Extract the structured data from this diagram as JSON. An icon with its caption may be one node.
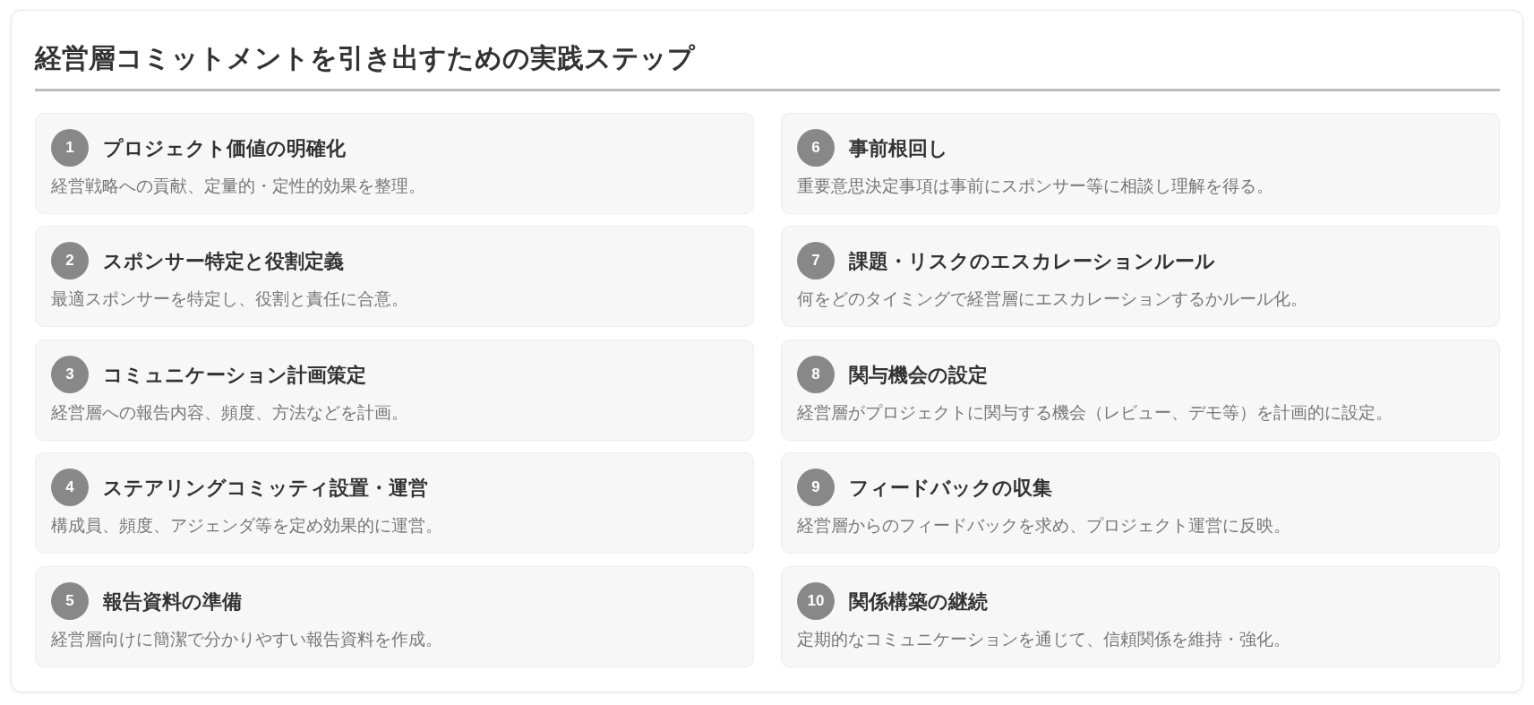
{
  "diagram": {
    "title": "経営層コミットメントを引き出すための実践ステップ",
    "nodes": [
      {
        "text": [
          "プロジェクト価値の明確化",
          "経営戦略への貢献、定量的・定性的効果を整理。"
        ]
      },
      {
        "text": [
          "1"
        ],
        "in": 0
      },
      {
        "text": [
          "スポンサー特定と役割定義",
          "最適スポンサーを特定し、役割と責任に合意。"
        ]
      },
      {
        "text": [
          "2"
        ],
        "in": 2
      },
      {
        "text": [
          "コミュニケーション計画策定",
          "経営層への報告内容、頻度、方法などを計画。"
        ]
      },
      {
        "text": [
          "3"
        ],
        "in": 4
      },
      {
        "text": [
          "ステアリングコミッティ設置・運営",
          "構成員、頻度、アジェンダ等を定め効果的に運営。"
        ]
      },
      {
        "text": [
          "4"
        ],
        "in": 6
      },
      {
        "text": [
          "報告資料の準備",
          "経営層向けに簡潔で分かりやすい報告資料を作成。"
        ]
      },
      {
        "text": [
          "5"
        ],
        "in": 8
      },
      {
        "text": [
          "事前根回し",
          "重要意思決定事項は事前にスポンサー等に相談し理解を得る。"
        ]
      },
      {
        "text": [
          "6"
        ],
        "in": 10
      },
      {
        "text": [
          "課題・リスクのエスカレーションルール",
          "何をどのタイミングで経営層にエスカレーションするかルール化。"
        ]
      },
      {
        "text": [
          "7"
        ],
        "in": 12
      },
      {
        "text": [
          "関与機会の設定",
          "経営層がプロジェクトに関与する機会（レビュー、デモ等）を計画的に設定。"
        ]
      },
      {
        "text": [
          "8"
        ],
        "in": 14
      },
      {
        "text": [
          "フィードバックの収集",
          "経営層からのフィードバックを求め、プロジェクト運営に反映。"
        ]
      },
      {
        "text": [
          "9"
        ],
        "in": 16
      },
      {
        "text": [
          "関係構築の継続",
          "定期的なコミュニケーションを通じて、信頼関係を維持・強化。"
        ]
      },
      {
        "text": [
          "10"
        ],
        "in": 18
      }
    ]
  }
}
